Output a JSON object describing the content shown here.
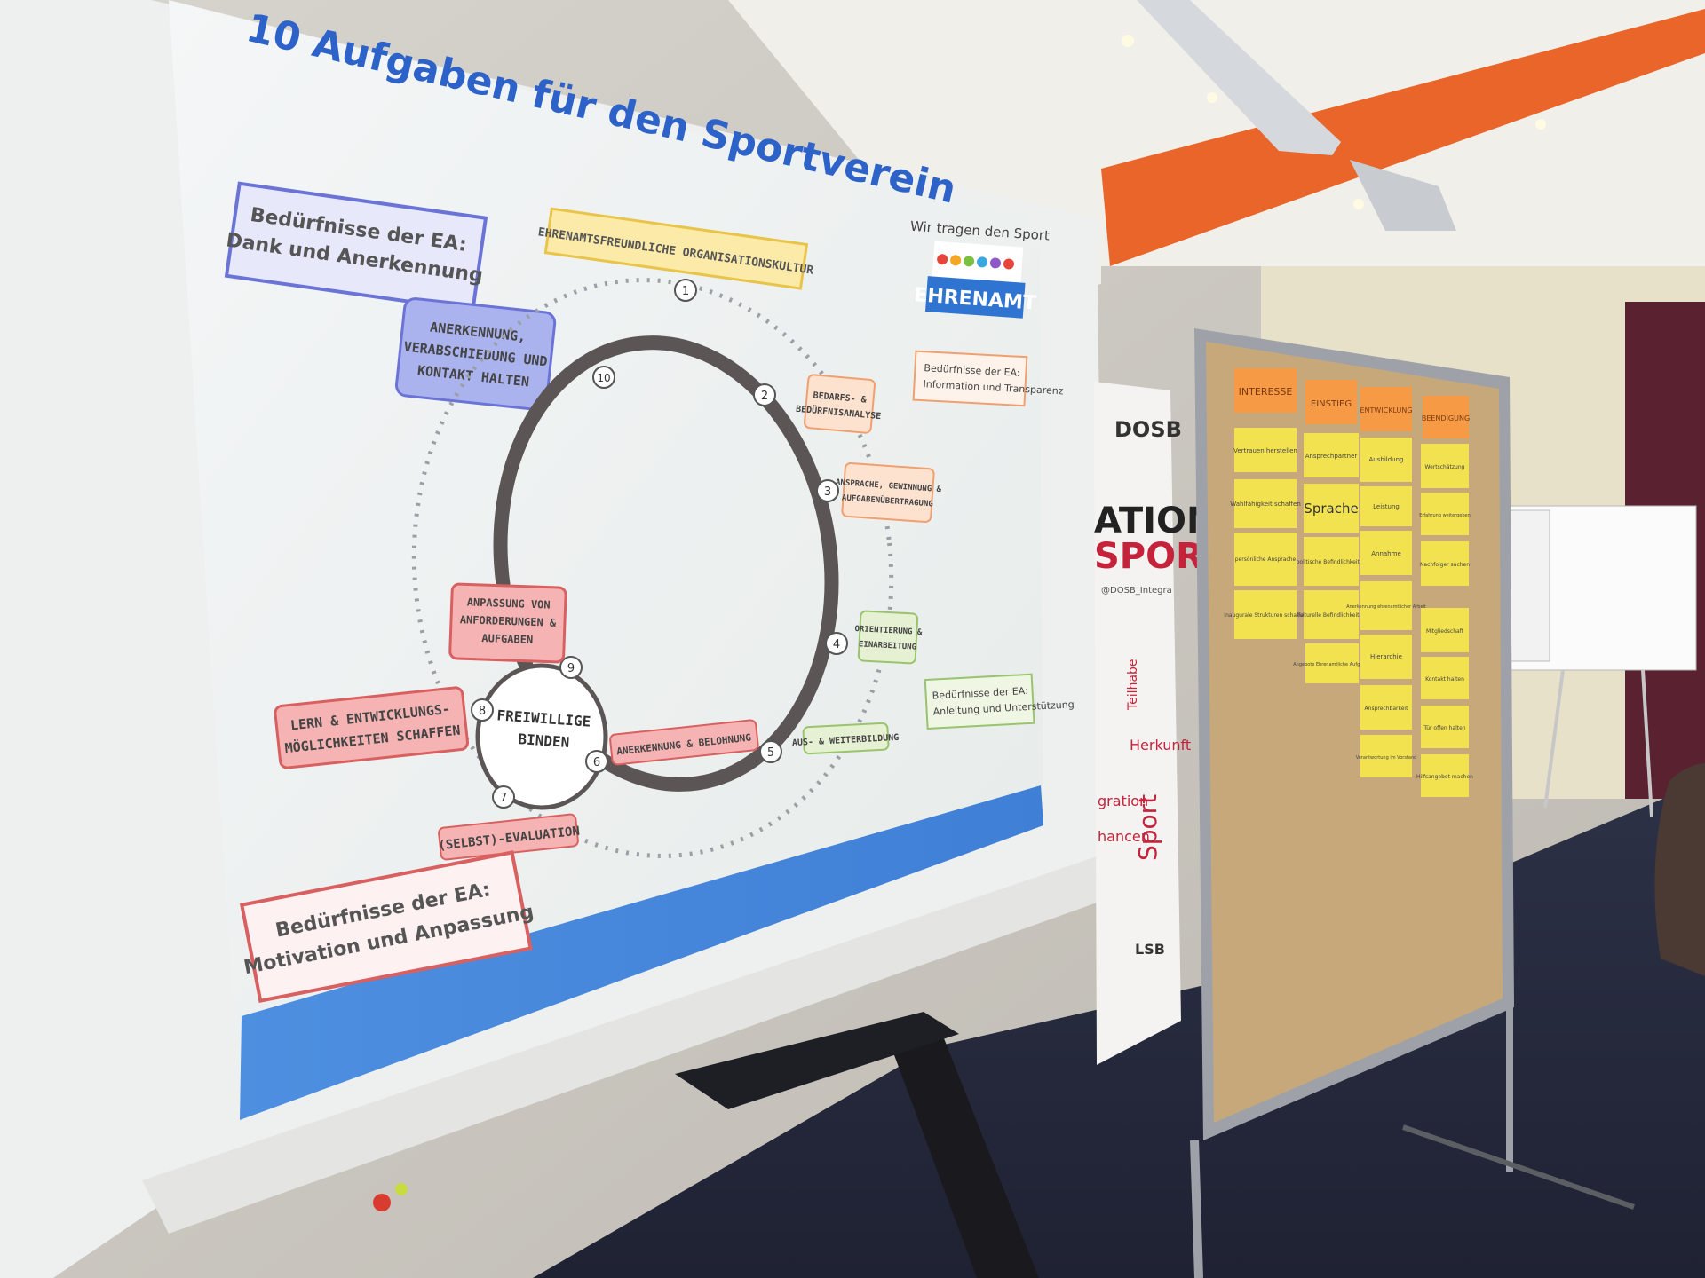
{
  "slide": {
    "title": "10 Aufgaben für den Sportverein",
    "needs_box_top": [
      "Bedürfnisse der EA:",
      "Dank und Anerkennung"
    ],
    "needs_box_right_top": [
      "Bedürfnisse der EA:",
      "Information und Transparenz"
    ],
    "needs_box_right_bottom": [
      "Bedürfnisse der EA:",
      "Anleitung und Unterstützung"
    ],
    "needs_box_bottom": [
      "Bedürfnisse der EA:",
      "Motivation und Anpassung"
    ],
    "logo": {
      "slogan": "Wir tragen den Sport",
      "word": "EHRENAMT"
    },
    "center_label": [
      "FREIWILLIGE",
      "BINDEN"
    ],
    "steps": [
      {
        "n": "1",
        "label": [
          "EHRENAMTSFREUNDLICHE ORGANISATIONSKULTUR"
        ],
        "color": "#f2d27a"
      },
      {
        "n": "2",
        "label": [
          "BEDARFS- &",
          "BEDÜRFNISANALYSE"
        ],
        "color": "#f6c9a6"
      },
      {
        "n": "3",
        "label": [
          "ANSPRACHE, GEWINNUNG &",
          "AUFGABENÜBERTRAGUNG"
        ],
        "color": "#f6c9a6"
      },
      {
        "n": "4",
        "label": [
          "ORIENTIERUNG &",
          "EINARBEITUNG"
        ],
        "color": "#d8eab7"
      },
      {
        "n": "5",
        "label": [
          "AUS- & WEITERBILDUNG"
        ],
        "color": "#d8eab7"
      },
      {
        "n": "6",
        "label": [
          "ANERKENNUNG & BELOHNUNG"
        ],
        "color": "#f3a3a3"
      },
      {
        "n": "7",
        "label": [
          "(SELBST)-EVALUATION"
        ],
        "color": "#f3a3a3"
      },
      {
        "n": "8",
        "label": [
          "LERN & ENTWICKLUNGS-",
          "MÖGLICHKEITEN SCHAFFEN"
        ],
        "color": "#f3a3a3"
      },
      {
        "n": "9",
        "label": [
          "ANPASSUNG VON",
          "ANFORDERUNGEN &",
          "AUFGABEN"
        ],
        "color": "#f3a3a3"
      },
      {
        "n": "10",
        "label": [
          "ANERKENNUNG,",
          "VERABSCHIEDUNG UND",
          "KONTAKT HALTEN"
        ],
        "color": "#aab3ee"
      }
    ]
  },
  "banner": {
    "brand": "DOSB",
    "big_text": [
      "ATION",
      "SPORT"
    ],
    "handle": "@DOSB_Integra",
    "words": [
      "Teilhabe",
      "Herkunft",
      "Sport",
      "gration",
      "hancen",
      "LSB"
    ]
  },
  "board": {
    "headers": [
      "INTERESSE",
      "EINSTIEG",
      "ENTWICKLUNG",
      "BEENDIGUNG"
    ],
    "notes": [
      "Vertrauen herstellen",
      "Ansprechpartner",
      "Ausbildung",
      "Wertschätzung",
      "Wahlfähigkeit schaffen",
      "Sprache",
      "Leistung",
      "Erfahrung weitergeben",
      "persönliche Ansprache",
      "politische Befindlichkeiten",
      "Annahme",
      "Nachfolger suchen",
      "Inaugurale Strukturen schaffen",
      "kulturelle Befindlichkeiten",
      "Anerkennung ehrenamtlicher Arbeit",
      "Mitgliedschaft",
      "Angebote Ehrenamtliche Aufgaben",
      "Hierarchie",
      "Ansprechbarkeit",
      "Kontakt halten",
      "Verantwortung im Vorstand",
      "Tür offen halten",
      "Hilfsangebot machen"
    ]
  }
}
